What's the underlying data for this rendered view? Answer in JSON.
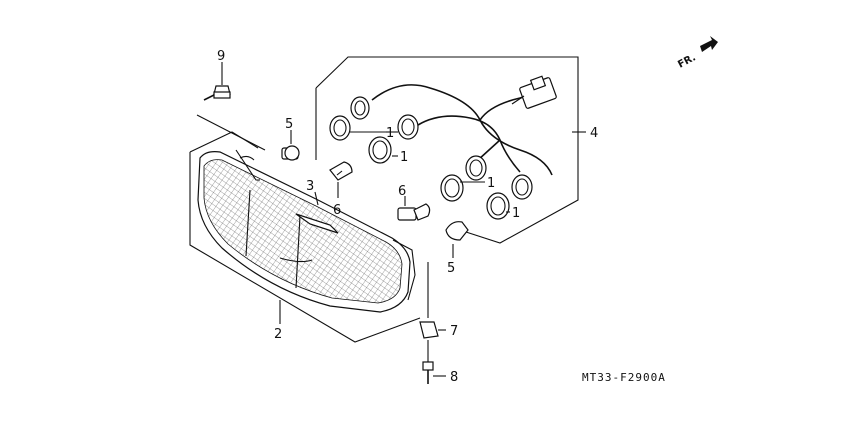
{
  "diagram": {
    "labels": [
      {
        "id": "label-9-bolt",
        "text": "9"
      },
      {
        "id": "label-5-top",
        "text": "5"
      },
      {
        "id": "label-3-lens",
        "text": "3"
      },
      {
        "id": "label-6-left",
        "text": "6"
      },
      {
        "id": "label-6-right",
        "text": "6"
      },
      {
        "id": "label-5-bottom",
        "text": "5"
      },
      {
        "id": "label-4-harness",
        "text": "4"
      },
      {
        "id": "label-1-a",
        "text": "1"
      },
      {
        "id": "label-1-b",
        "text": "1"
      },
      {
        "id": "label-1-c",
        "text": "1"
      },
      {
        "id": "label-1-d",
        "text": "1"
      },
      {
        "id": "label-2-housing",
        "text": "2"
      },
      {
        "id": "label-7-clip",
        "text": "7"
      },
      {
        "id": "label-8-screw",
        "text": "8"
      }
    ],
    "direction_label": "FR.",
    "part_code": "MT33-F2900A"
  }
}
